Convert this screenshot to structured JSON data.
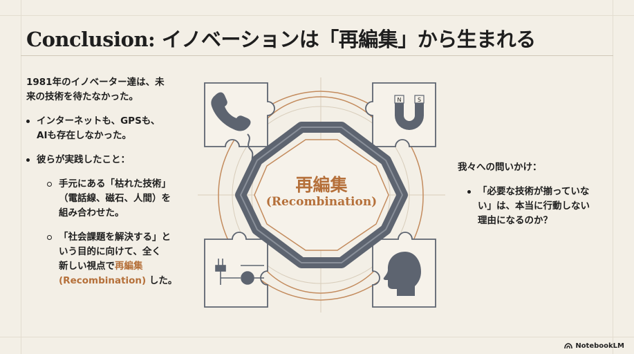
{
  "title": "Conclusion: イノベーションは「再編集」から生まれる",
  "left": {
    "intro_line1": "1981年のイノベーター達は、未",
    "intro_line2": "来の技術を待たなかった。",
    "bullet1_line1": "インターネットも、GPSも、",
    "bullet1_line2": "AIも存在しなかった。",
    "bullet2": "彼らが実践したこと：",
    "sub1_line1": "手元にある「枯れた技術」",
    "sub1_line2": "（電話線、磁石、人間）を",
    "sub1_line3": "組み合わせた。",
    "sub2_line1": "「社会課題を解決する」と",
    "sub2_line2": "いう目的に向けて、全く",
    "sub2_line3_a": "新しい視点で",
    "sub2_line3_b": "再編集",
    "sub2_line4_a": "(Recombination)",
    "sub2_line4_b": " した。"
  },
  "right": {
    "heading": "我々への問いかけ：",
    "q_line1": "「必要な技術が揃っていな",
    "q_line2": "い」は、本当に行動しない",
    "q_line3": "理由になるのか？"
  },
  "diagram": {
    "center_ja": "再編集",
    "center_en": "(Recombination)",
    "magnet_n": "N",
    "magnet_s": "S",
    "pieces": [
      "phone-icon",
      "magnet-icon",
      "circuit-icon",
      "human-head-icon"
    ]
  },
  "colors": {
    "accent": "#b5703a",
    "slate": "#5d6470",
    "background": "#f3efe6"
  },
  "brand": "NotebookLM"
}
